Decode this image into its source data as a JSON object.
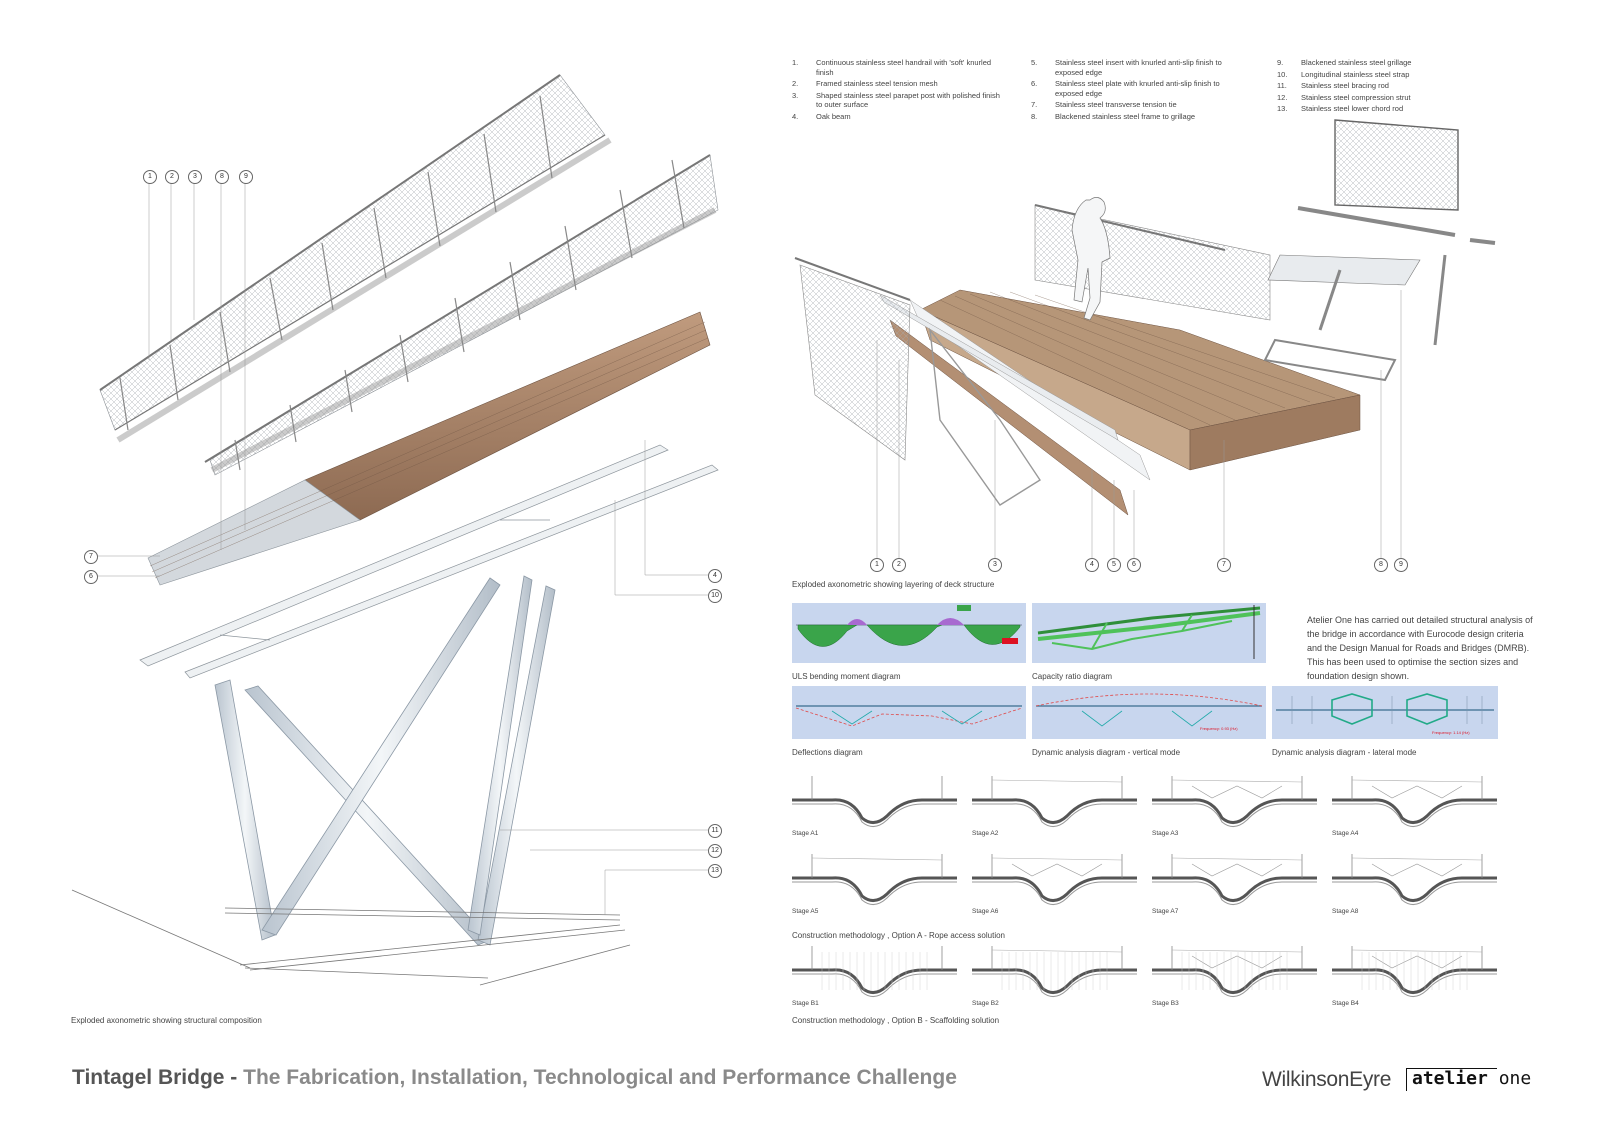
{
  "legend": {
    "col1": [
      {
        "num": "1.",
        "text": "Continuous stainless steel handrail with 'soft' knurled finish"
      },
      {
        "num": "2.",
        "text": "Framed stainless steel tension mesh"
      },
      {
        "num": "3.",
        "text": "Shaped stainless steel parapet post with polished finish to outer surface"
      },
      {
        "num": "4.",
        "text": "Oak beam"
      }
    ],
    "col2": [
      {
        "num": "5.",
        "text": "Stainless steel insert with knurled anti-slip finish to exposed edge"
      },
      {
        "num": "6.",
        "text": "Stainless steel plate with knurled anti-slip finish to exposed edge"
      },
      {
        "num": "7.",
        "text": "Stainless steel transverse tension tie"
      },
      {
        "num": "8.",
        "text": "Blackened stainless steel frame to grillage"
      }
    ],
    "col3": [
      {
        "num": "9.",
        "text": "Blackened stainless steel grillage"
      },
      {
        "num": "10.",
        "text": "Longitudinal stainless steel strap"
      },
      {
        "num": "11.",
        "text": "Stainless steel bracing rod"
      },
      {
        "num": "12.",
        "text": "Stainless steel compression strut"
      },
      {
        "num": "13.",
        "text": "Stainless steel lower chord rod"
      }
    ]
  },
  "left_callouts_top": [
    "1",
    "2",
    "3",
    "8",
    "9"
  ],
  "left_callouts_side": [
    "7",
    "6",
    "4",
    "10",
    "11",
    "12",
    "13"
  ],
  "right_callouts": [
    "1",
    "2",
    "3",
    "4",
    "5",
    "6",
    "7",
    "8",
    "9"
  ],
  "captions": {
    "left_axo": "Exploded axonometric showing structural composition",
    "deck_axo": "Exploded axonometric showing layering of deck structure",
    "uls": "ULS bending moment diagram",
    "capacity": "Capacity ratio diagram",
    "deflections": "Deflections diagram",
    "dyn_vertical": "Dynamic analysis diagram - vertical mode",
    "dyn_lateral": "Dynamic analysis diagram - lateral mode",
    "option_a": "Construction methodology , Option A - Rope access solution",
    "option_b": "Construction methodology , Option B - Scaffolding solution"
  },
  "paragraph": "Atelier One has carried out detailed structural analysis of the bridge in accordance with Eurocode design criteria and the Design Manual for Roads and Bridges (DMRB). This has been used to optimise the section sizes and foundation design shown.",
  "stages_a": [
    "Stage A1",
    "Stage A2",
    "Stage A3",
    "Stage A4",
    "Stage A5",
    "Stage A6",
    "Stage A7",
    "Stage A8"
  ],
  "stages_b": [
    "Stage B1",
    "Stage B2",
    "Stage B3",
    "Stage B4"
  ],
  "analysis_labels": {
    "freq_vertical": "Frequency: 0.93 (Hz)",
    "freq_lateral": "Frequency: 1.14 (Hz)"
  },
  "title": {
    "main": "Tintagel Bridge - ",
    "sub": "The Fabrication, Installation, Technological and Performance Challenge"
  },
  "brands": {
    "wilkinson": "WilkinsonEyre",
    "atelier_bold": "atelier",
    "atelier_light": " one"
  },
  "colors": {
    "oak": "#a98468",
    "steel": "#cfd6dd",
    "mesh": "#9aa0a6",
    "analysis_bg": "#c8d6ee",
    "uls_green": "#3aa44a",
    "uls_purple": "#a86ad0",
    "capacity_green": "#4fc25a"
  }
}
